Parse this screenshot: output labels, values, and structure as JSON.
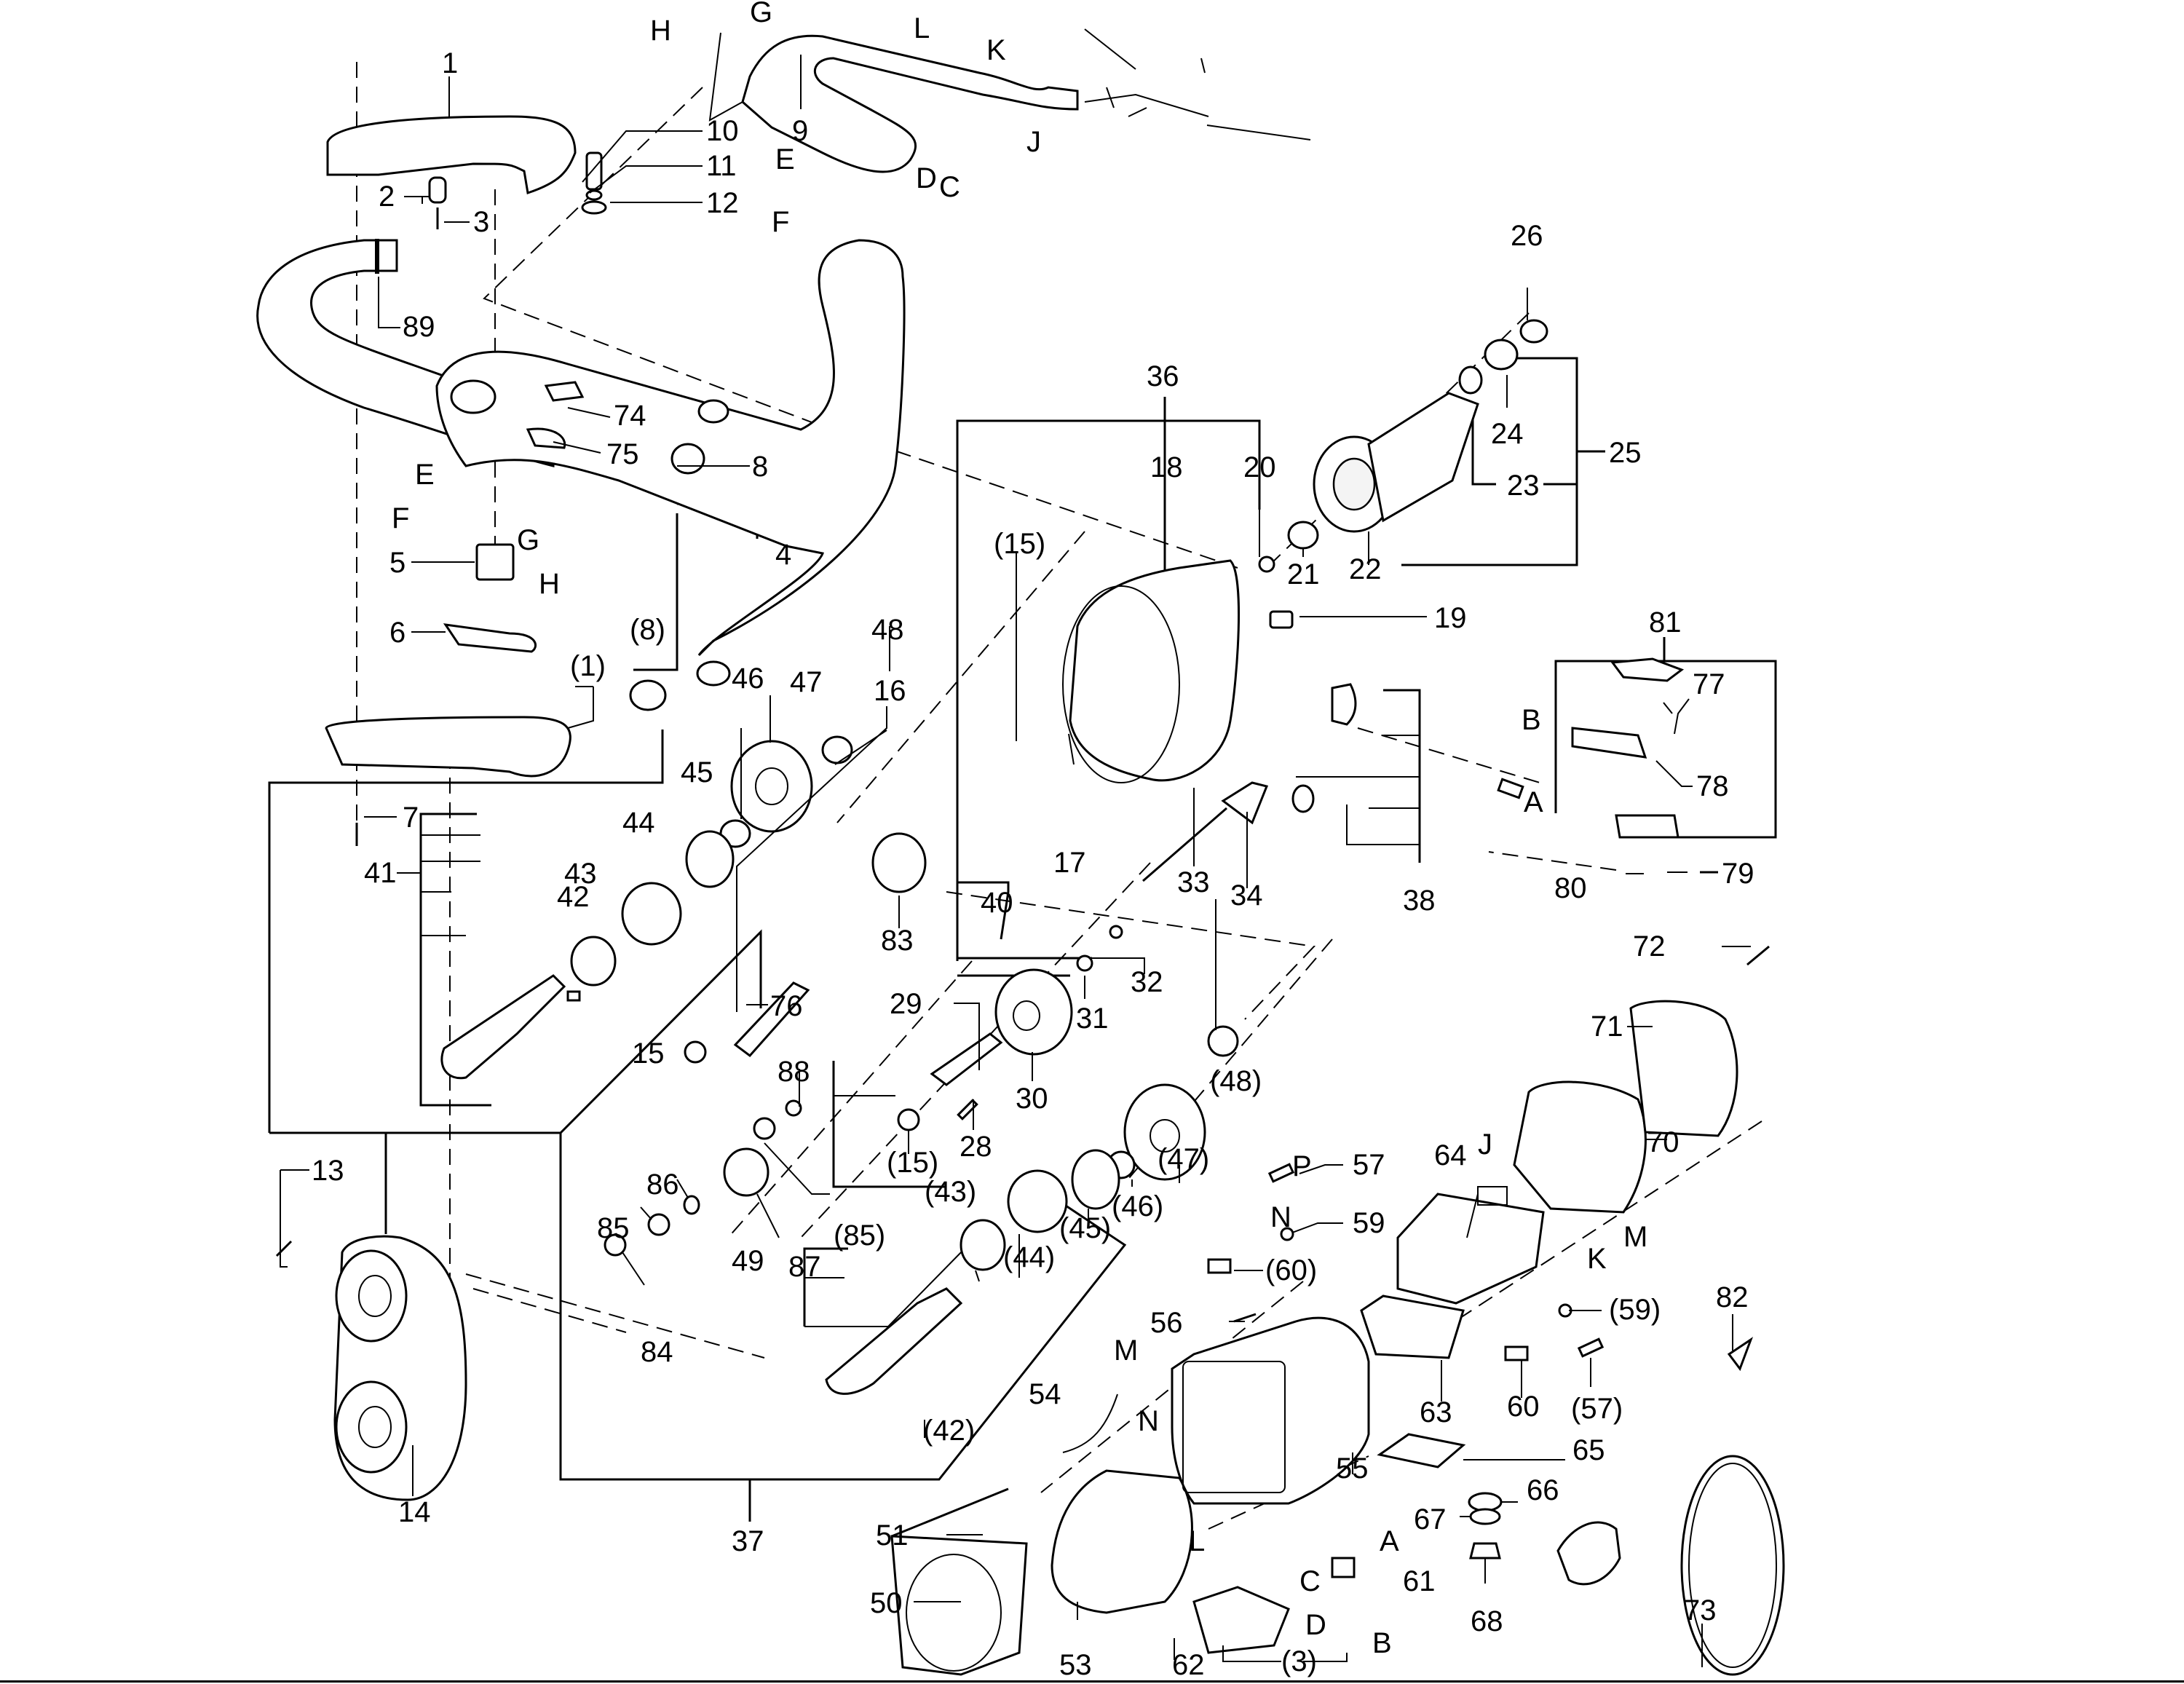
{
  "diagram": {
    "type": "exploded-parts-drawing",
    "title": "",
    "background": "#ffffff",
    "ink": "#000000",
    "callouts": [
      {
        "id": "1",
        "label": "1"
      },
      {
        "id": "1b",
        "label": "(1)"
      },
      {
        "id": "2",
        "label": "2"
      },
      {
        "id": "3",
        "label": "3"
      },
      {
        "id": "3b",
        "label": "(3)"
      },
      {
        "id": "4",
        "label": "4"
      },
      {
        "id": "5",
        "label": "5"
      },
      {
        "id": "6",
        "label": "6"
      },
      {
        "id": "7",
        "label": "7"
      },
      {
        "id": "8",
        "label": "8"
      },
      {
        "id": "8b",
        "label": "(8)"
      },
      {
        "id": "9",
        "label": "9"
      },
      {
        "id": "10",
        "label": "10"
      },
      {
        "id": "11",
        "label": "11"
      },
      {
        "id": "12",
        "label": "12"
      },
      {
        "id": "13",
        "label": "13"
      },
      {
        "id": "14",
        "label": "14"
      },
      {
        "id": "15",
        "label": "15"
      },
      {
        "id": "15b",
        "label": "(15)"
      },
      {
        "id": "15c",
        "label": "(15)"
      },
      {
        "id": "16",
        "label": "16"
      },
      {
        "id": "17",
        "label": "17"
      },
      {
        "id": "18",
        "label": "18"
      },
      {
        "id": "19",
        "label": "19"
      },
      {
        "id": "20",
        "label": "20"
      },
      {
        "id": "21",
        "label": "21"
      },
      {
        "id": "22",
        "label": "22"
      },
      {
        "id": "23",
        "label": "23"
      },
      {
        "id": "24",
        "label": "24"
      },
      {
        "id": "25",
        "label": "25"
      },
      {
        "id": "26",
        "label": "26"
      },
      {
        "id": "28",
        "label": "28"
      },
      {
        "id": "29",
        "label": "29"
      },
      {
        "id": "30",
        "label": "30"
      },
      {
        "id": "31",
        "label": "31"
      },
      {
        "id": "32",
        "label": "32"
      },
      {
        "id": "33",
        "label": "33"
      },
      {
        "id": "34",
        "label": "34"
      },
      {
        "id": "36",
        "label": "36"
      },
      {
        "id": "37",
        "label": "37"
      },
      {
        "id": "38",
        "label": "38"
      },
      {
        "id": "40",
        "label": "40"
      },
      {
        "id": "41",
        "label": "41"
      },
      {
        "id": "42",
        "label": "42"
      },
      {
        "id": "42b",
        "label": "(42)"
      },
      {
        "id": "43",
        "label": "43"
      },
      {
        "id": "43b",
        "label": "(43)"
      },
      {
        "id": "44",
        "label": "44"
      },
      {
        "id": "44b",
        "label": "(44)"
      },
      {
        "id": "45",
        "label": "45"
      },
      {
        "id": "45b",
        "label": "(45)"
      },
      {
        "id": "46",
        "label": "46"
      },
      {
        "id": "46b",
        "label": "(46)"
      },
      {
        "id": "47",
        "label": "47"
      },
      {
        "id": "47b",
        "label": "(47)"
      },
      {
        "id": "48",
        "label": "48"
      },
      {
        "id": "48b",
        "label": "(48)"
      },
      {
        "id": "49",
        "label": "49"
      },
      {
        "id": "50",
        "label": "50"
      },
      {
        "id": "51",
        "label": "51"
      },
      {
        "id": "53",
        "label": "53"
      },
      {
        "id": "54",
        "label": "54"
      },
      {
        "id": "55",
        "label": "55"
      },
      {
        "id": "56",
        "label": "56"
      },
      {
        "id": "57",
        "label": "57"
      },
      {
        "id": "57b",
        "label": "(57)"
      },
      {
        "id": "59",
        "label": "59"
      },
      {
        "id": "59b",
        "label": "(59)"
      },
      {
        "id": "60",
        "label": "60"
      },
      {
        "id": "60b",
        "label": "(60)"
      },
      {
        "id": "61",
        "label": "61"
      },
      {
        "id": "62",
        "label": "62"
      },
      {
        "id": "63",
        "label": "63"
      },
      {
        "id": "64",
        "label": "64"
      },
      {
        "id": "65",
        "label": "65"
      },
      {
        "id": "66",
        "label": "66"
      },
      {
        "id": "67",
        "label": "67"
      },
      {
        "id": "68",
        "label": "68"
      },
      {
        "id": "70",
        "label": "70"
      },
      {
        "id": "71",
        "label": "71"
      },
      {
        "id": "72",
        "label": "72"
      },
      {
        "id": "73",
        "label": "73"
      },
      {
        "id": "74",
        "label": "74"
      },
      {
        "id": "75",
        "label": "75"
      },
      {
        "id": "76",
        "label": "76"
      },
      {
        "id": "77",
        "label": "77"
      },
      {
        "id": "78",
        "label": "78"
      },
      {
        "id": "79",
        "label": "79"
      },
      {
        "id": "80",
        "label": "80"
      },
      {
        "id": "81",
        "label": "81"
      },
      {
        "id": "82",
        "label": "82"
      },
      {
        "id": "83",
        "label": "83"
      },
      {
        "id": "84",
        "label": "84"
      },
      {
        "id": "85",
        "label": "85"
      },
      {
        "id": "85b",
        "label": "(85)"
      },
      {
        "id": "86",
        "label": "86"
      },
      {
        "id": "87",
        "label": "87"
      },
      {
        "id": "88",
        "label": "88"
      },
      {
        "id": "89",
        "label": "89"
      }
    ],
    "wire_letters": [
      {
        "id": "G-top",
        "label": "G"
      },
      {
        "id": "H-top",
        "label": "H"
      },
      {
        "id": "E-top",
        "label": "E"
      },
      {
        "id": "F-top",
        "label": "F"
      },
      {
        "id": "L-top",
        "label": "L"
      },
      {
        "id": "K-top",
        "label": "K"
      },
      {
        "id": "J-top",
        "label": "J"
      },
      {
        "id": "D-top",
        "label": "D"
      },
      {
        "id": "C-top",
        "label": "C"
      },
      {
        "id": "E-sw",
        "label": "E"
      },
      {
        "id": "F-sw",
        "label": "F"
      },
      {
        "id": "G-sw",
        "label": "G"
      },
      {
        "id": "H-sw",
        "label": "H"
      },
      {
        "id": "B-81",
        "label": "B"
      },
      {
        "id": "A-81",
        "label": "A"
      },
      {
        "id": "P-64",
        "label": "P"
      },
      {
        "id": "J-64",
        "label": "J"
      },
      {
        "id": "N-64",
        "label": "N"
      },
      {
        "id": "M-64",
        "label": "M"
      },
      {
        "id": "K-64",
        "label": "K"
      },
      {
        "id": "M-54",
        "label": "M"
      },
      {
        "id": "N-54",
        "label": "N"
      },
      {
        "id": "L-53",
        "label": "L"
      },
      {
        "id": "A-61",
        "label": "A"
      },
      {
        "id": "C-61",
        "label": "C"
      },
      {
        "id": "D-61",
        "label": "D"
      },
      {
        "id": "B-61",
        "label": "B"
      }
    ]
  }
}
